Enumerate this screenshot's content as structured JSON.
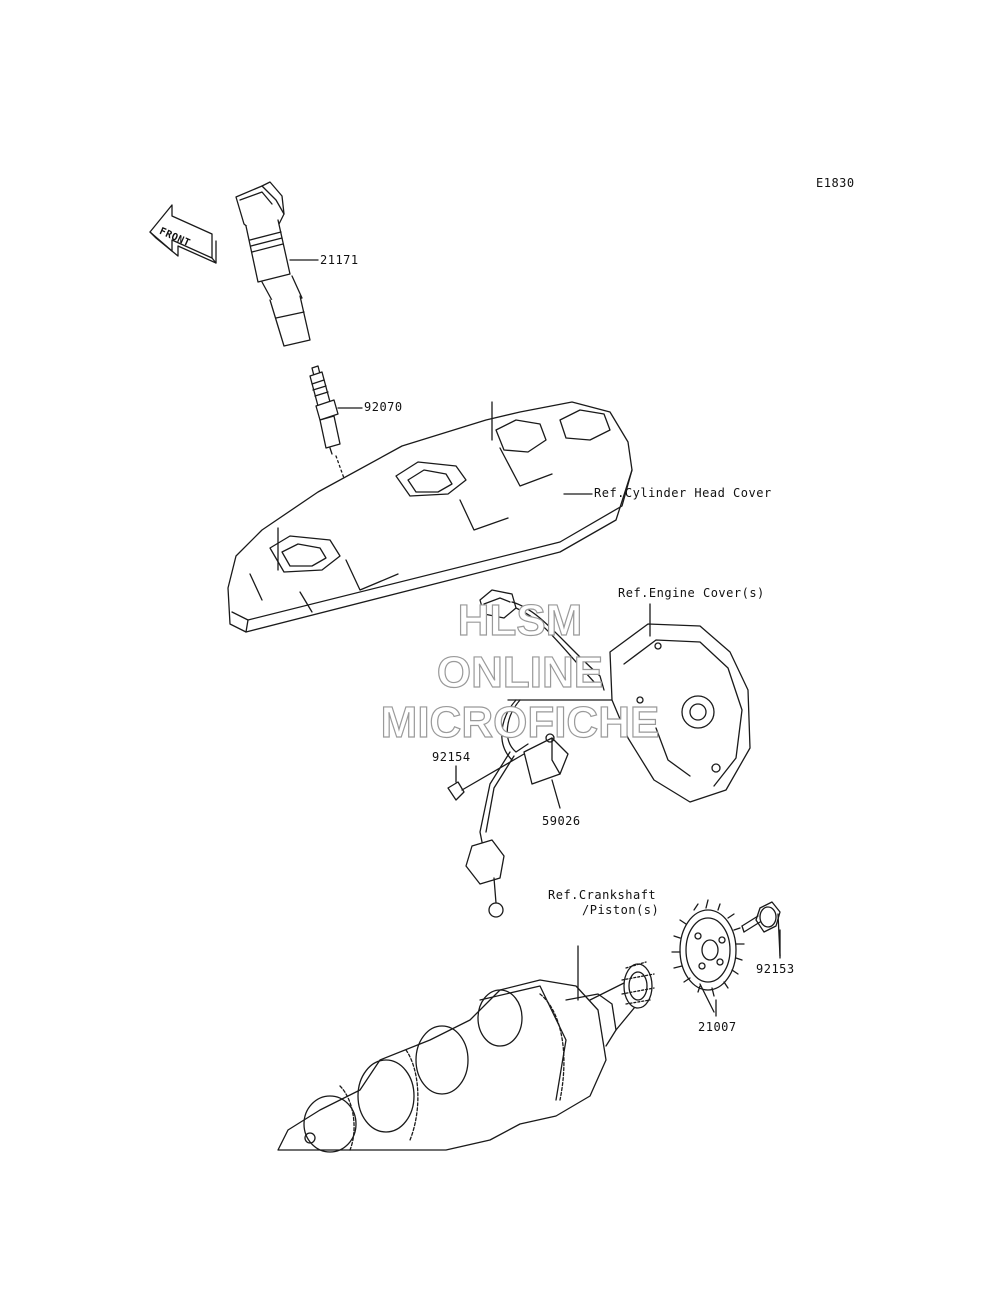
{
  "diagram_code": "E1830",
  "front_arrow": "FRONT",
  "parts": {
    "ignition_coil": "21171",
    "spark_plug": "92070",
    "bolt_pickup": "92154",
    "pickup_coil": "59026",
    "bolt_rotor": "92153",
    "timing_rotor": "21007"
  },
  "references": {
    "cylinder_head_cover": "Ref.Cylinder Head Cover",
    "engine_cover": "Ref.Engine Cover(s)",
    "crankshaft_line1": "Ref.Crankshaft",
    "crankshaft_line2": "/Piston(s)"
  },
  "watermark": {
    "line1": "HLSM",
    "line2": "ONLINE",
    "line3": "MICROFICHE"
  }
}
